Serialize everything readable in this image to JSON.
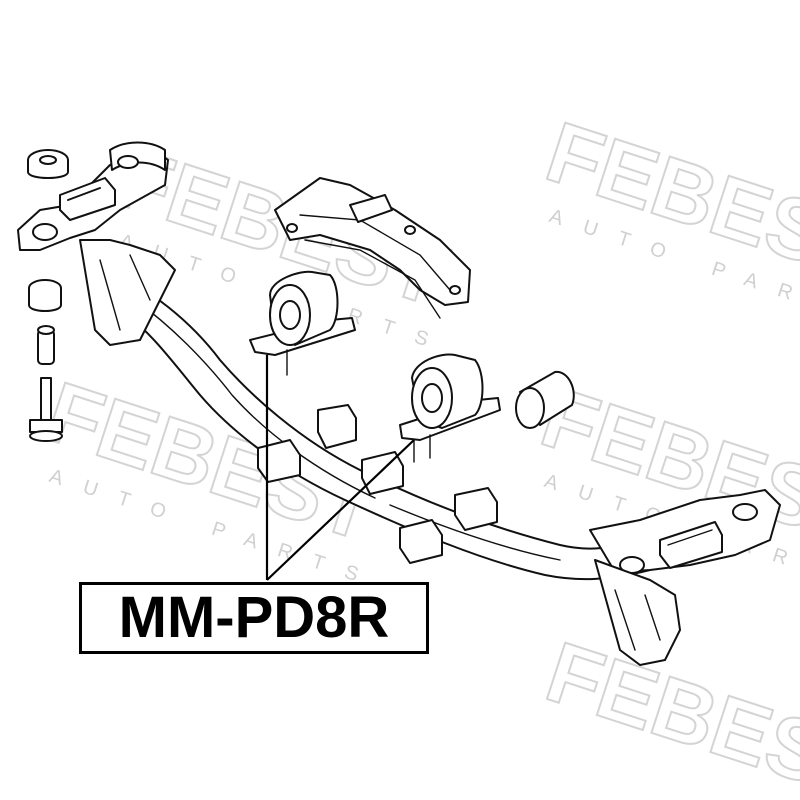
{
  "part_number": "MM-PD8R",
  "watermark": {
    "brand": "FEBEST",
    "tagline": "AUTO PARTS"
  }
}
